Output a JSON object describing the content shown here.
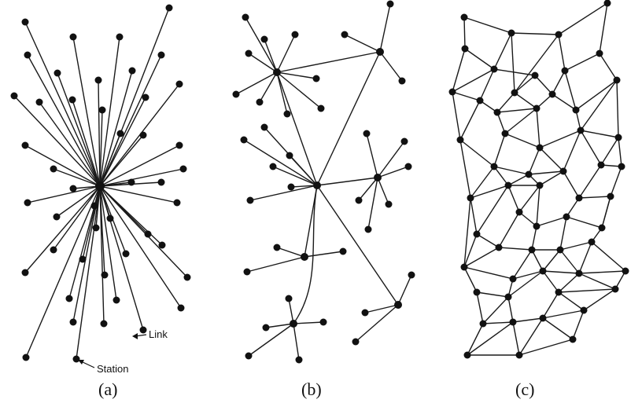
{
  "panels": [
    {
      "id": "a",
      "caption": "(a)"
    },
    {
      "id": "b",
      "caption": "(b)"
    },
    {
      "id": "c",
      "caption": "(c)"
    }
  ],
  "annotations": {
    "link_label": "Link",
    "station_label": "Station"
  },
  "colors": {
    "ink": "#111111",
    "paper": "#ffffff"
  }
}
